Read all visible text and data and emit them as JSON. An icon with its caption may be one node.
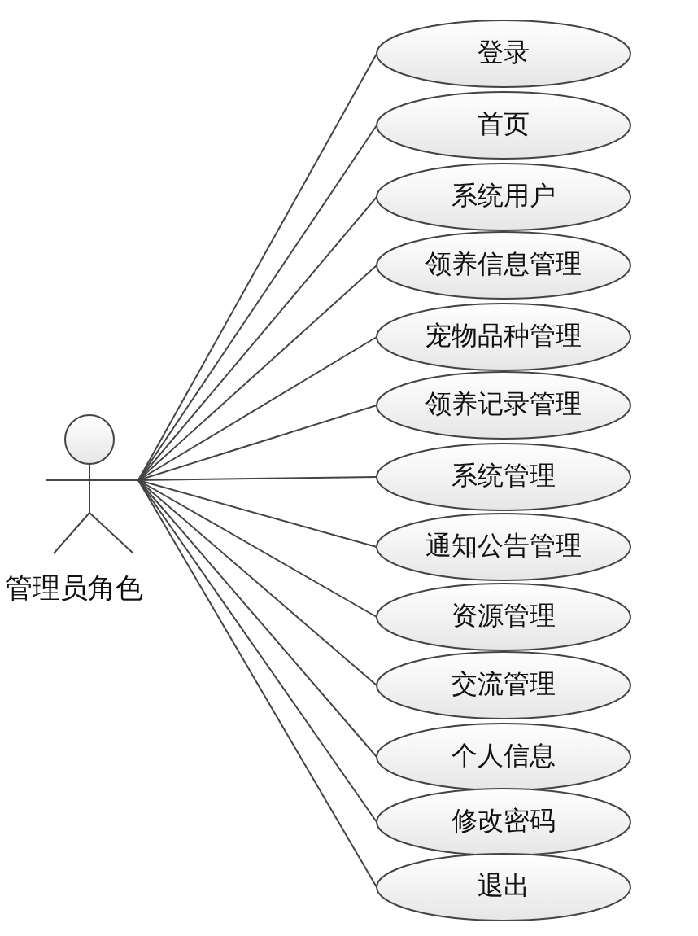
{
  "diagram": {
    "nodes": [
      {
        "text": [
          "管理员角色"
        ]
      },
      {
        "text": [
          "登录"
        ]
      },
      {
        "text": [
          "首页"
        ]
      },
      {
        "text": [
          "系统用户"
        ]
      },
      {
        "text": [
          "领养信息管理"
        ]
      },
      {
        "text": [
          "宠物品种管理"
        ]
      },
      {
        "text": [
          "领养记录管理"
        ]
      },
      {
        "text": [
          "系统管理"
        ]
      },
      {
        "text": [
          "通知公告管理"
        ]
      },
      {
        "text": [
          "资源管理"
        ]
      },
      {
        "text": [
          "交流管理"
        ]
      },
      {
        "text": [
          "个人信息"
        ]
      },
      {
        "text": [
          "修改密码"
        ]
      },
      {
        "text": [
          "退出"
        ]
      }
    ],
    "edges": [
      {
        "from": 0,
        "to": 1,
        "arrow": "none"
      },
      {
        "from": 0,
        "to": 2,
        "arrow": "none"
      },
      {
        "from": 0,
        "to": 3,
        "arrow": "none"
      },
      {
        "from": 0,
        "to": 4,
        "arrow": "none"
      },
      {
        "from": 0,
        "to": 5,
        "arrow": "none"
      },
      {
        "from": 0,
        "to": 6,
        "arrow": "none"
      },
      {
        "from": 0,
        "to": 7,
        "arrow": "none"
      },
      {
        "from": 0,
        "to": 8,
        "arrow": "none"
      },
      {
        "from": 0,
        "to": 9,
        "arrow": "none"
      },
      {
        "from": 0,
        "to": 10,
        "arrow": "none"
      },
      {
        "from": 0,
        "to": 11,
        "arrow": "none"
      },
      {
        "from": 0,
        "to": 12,
        "arrow": "none"
      },
      {
        "from": 0,
        "to": 13,
        "arrow": "none"
      }
    ]
  }
}
